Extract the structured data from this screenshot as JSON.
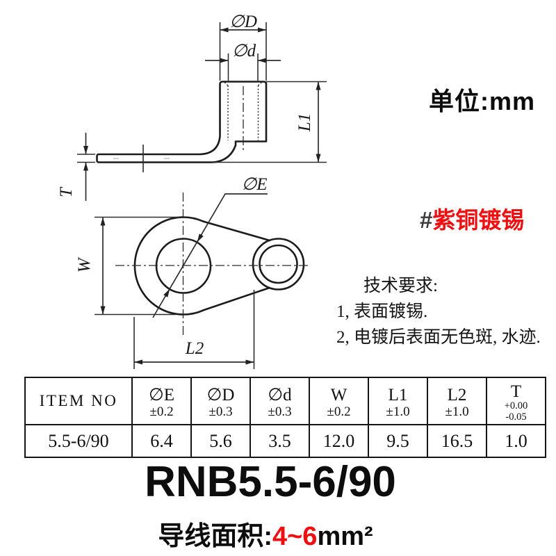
{
  "unit_label": "单位:mm",
  "material_note": {
    "hash": "#",
    "text": "紫铜镀锡"
  },
  "tech_requirements": {
    "title": "技术要求:",
    "item_1": "1, 表面镀锡.",
    "item_2": "2, 电镀后表面无色斑, 水迹."
  },
  "drawing_labels": {
    "dia_D": "∅D",
    "dia_d": "∅d",
    "L1": "L1",
    "T": "T",
    "dia_E": "∅E",
    "W": "W",
    "L2": "L2"
  },
  "spec_table": {
    "headers": [
      {
        "label": "ITEM NO",
        "tol": ""
      },
      {
        "label": "∅E",
        "tol": "±0.2"
      },
      {
        "label": "∅D",
        "tol": "±0.3"
      },
      {
        "label": "∅d",
        "tol": "±0.3"
      },
      {
        "label": "W",
        "tol": "±0.2"
      },
      {
        "label": "L1",
        "tol": "±1.0"
      },
      {
        "label": "L2",
        "tol": "±1.0"
      },
      {
        "label": "T",
        "tol_top": "+0.00",
        "tol_bottom": "-0.05"
      }
    ],
    "row": [
      "5.5-6/90",
      "6.4",
      "5.6",
      "3.5",
      "12.0",
      "9.5",
      "16.5",
      "1.0"
    ]
  },
  "product": {
    "model": "RNB5.5-6/90",
    "wire_area_label": "导线面积:",
    "wire_area_range": "4~6",
    "wire_area_unit": "mm²"
  },
  "colors": {
    "accent_red": "#ee1010",
    "ink": "#1b1b1b"
  }
}
